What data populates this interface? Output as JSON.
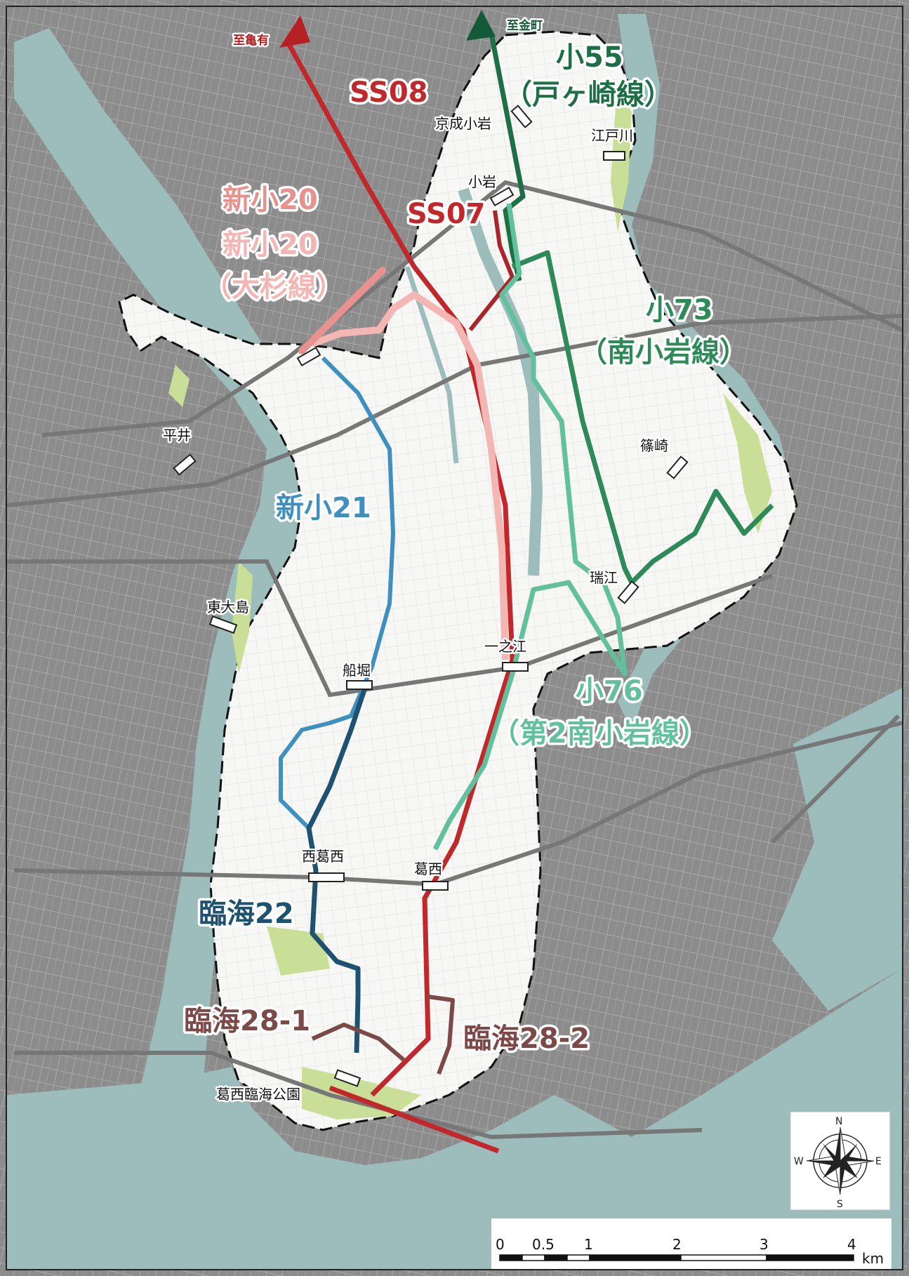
{
  "routes": {
    "ss08": {
      "label": "SS08",
      "color": "#c0282c"
    },
    "ss07": {
      "label": "SS07",
      "color": "#c0282c"
    },
    "shinko20": {
      "label1": "新小20",
      "label2": "新小20",
      "label3": "（大杉線）",
      "color1": "#e8928f",
      "color2": "#f4b6b3"
    },
    "shinko21": {
      "label": "新小21",
      "color": "#3f8fbf"
    },
    "ko55": {
      "label1": "小55",
      "label2": "（戸ヶ崎線）",
      "color": "#1e6e46"
    },
    "ko73": {
      "label1": "小73",
      "label2": "（南小岩線）",
      "color": "#2e8a58"
    },
    "ko76": {
      "label1": "小76",
      "label2": "（第2南小岩線）",
      "color": "#63c09d"
    },
    "rinkai22": {
      "label": "臨海22",
      "color": "#1f5270"
    },
    "rinkai28_1": {
      "label": "臨海28-1",
      "color": "#7b4a48"
    },
    "rinkai28_2": {
      "label": "臨海28-2",
      "color": "#7b4a48"
    }
  },
  "destinations": {
    "kameari": "至亀有",
    "kanamachi": "至金町"
  },
  "stations": {
    "keisei_koiwa": "京成小岩",
    "edogawa": "江戸川",
    "koiwa": "小岩",
    "hirai": "平井",
    "shinozaki": "篠崎",
    "mizue": "瑞江",
    "higashi_ojima": "東大島",
    "funabori": "船堀",
    "ichinoe": "一之江",
    "nishi_kasai": "西葛西",
    "kasai": "葛西",
    "kasai_rinkai_koen": "葛西臨海公園"
  },
  "compass": {
    "n": "N",
    "s": "S",
    "e": "E",
    "w": "W"
  },
  "scale_bar": {
    "ticks": [
      "0",
      "0.5",
      "1",
      "2",
      "3",
      "4"
    ],
    "unit": "km"
  },
  "colors": {
    "background": "#8e8e8e",
    "ward_area": "#f7f7f5",
    "water": "#9dbdbd",
    "park": "#c9de97",
    "boundary": "#111111"
  }
}
